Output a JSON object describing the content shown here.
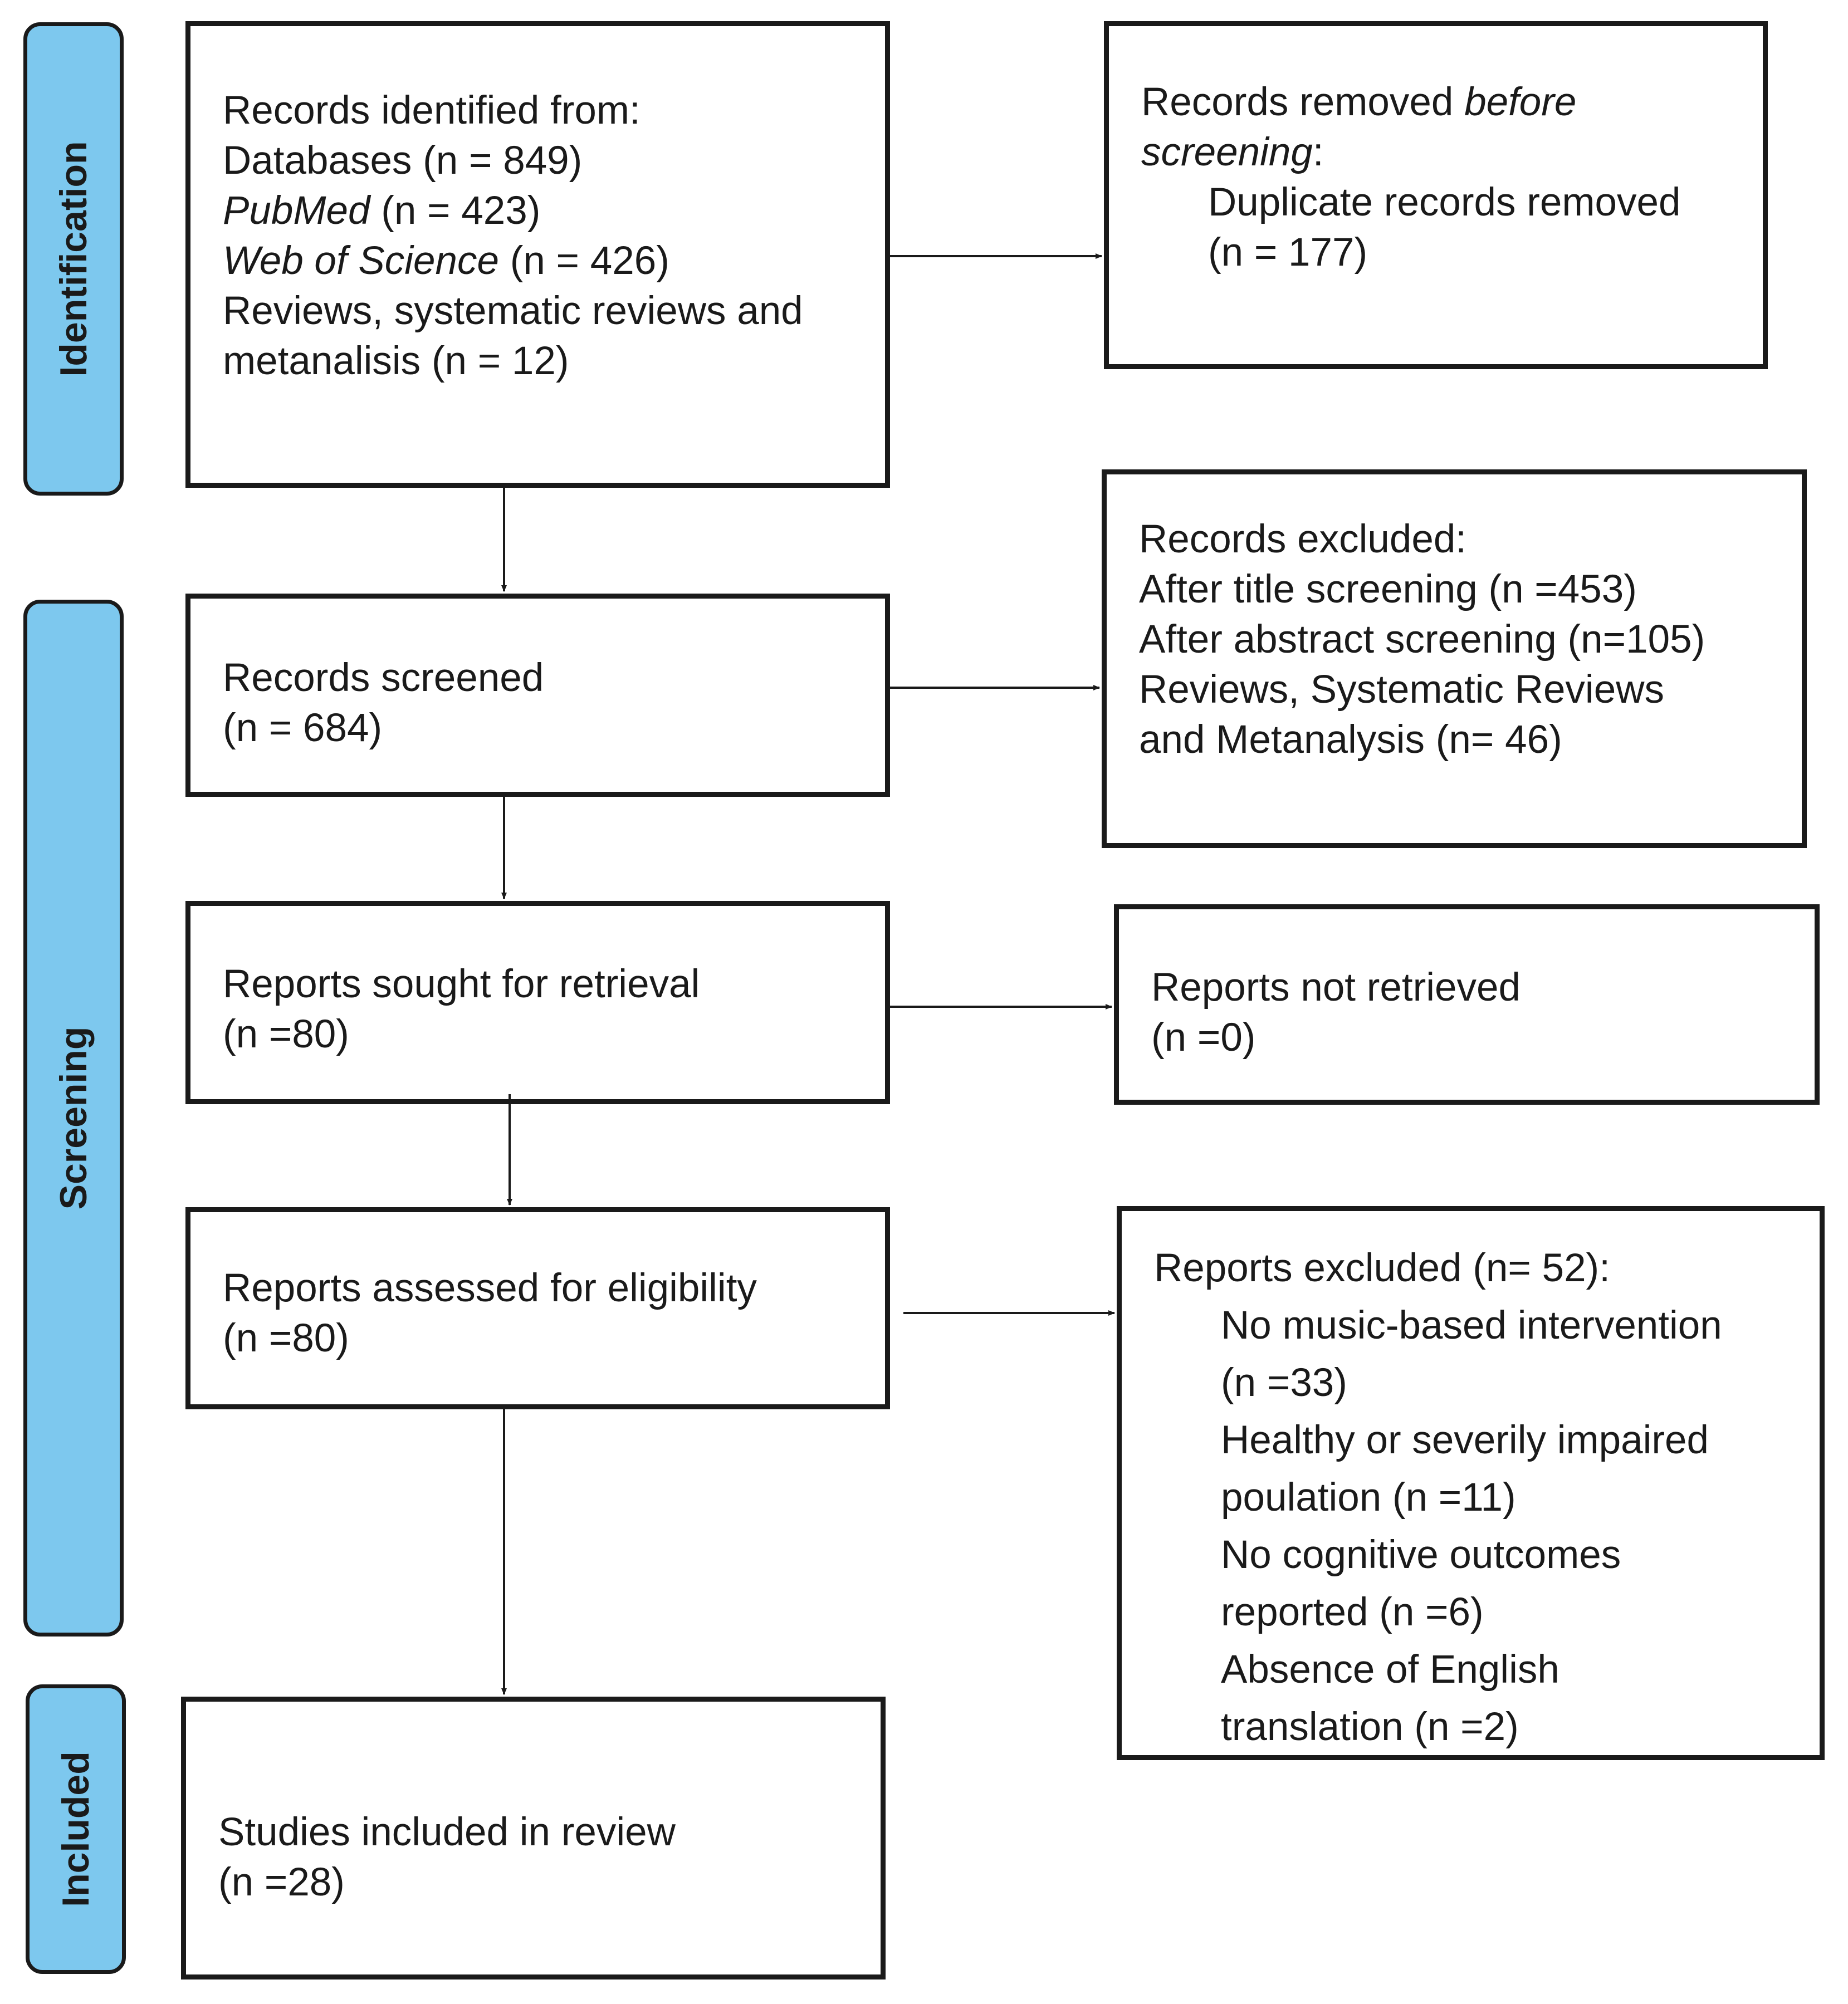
{
  "phases": {
    "identification": "Identification",
    "screening": "Screening",
    "included": "Included"
  },
  "boxes": {
    "identified": {
      "title": "Records identified from:",
      "databases": "Databases (n = 849)",
      "pubmed_name": "PubMed",
      "pubmed_count": "(n = 423)",
      "wos_name": "Web of Science",
      "wos_count": "(n = 426)",
      "reviews_line1": "Reviews, systematic reviews and",
      "reviews_line2": "metanalisis (n = 12)"
    },
    "removed": {
      "title_plain": "Records removed ",
      "title_italic1": "before",
      "title_italic2": "screening",
      "title_colon": ":",
      "duplicates": "Duplicate records removed",
      "duplicates_count": "(n = 177)"
    },
    "screened": {
      "title": "Records screened",
      "count": "(n = 684)"
    },
    "excluded_records": {
      "title": "Records excluded:",
      "title_screening": "After title screening (n =453)",
      "abstract_screening": "After abstract screening (n=105)",
      "reviews_line1": "Reviews, Systematic Reviews",
      "reviews_line2": "and Metanalysis (n= 46)"
    },
    "sought": {
      "title": "Reports sought for retrieval",
      "count": "(n =80)"
    },
    "not_retrieved": {
      "title": "Reports not retrieved",
      "count": "(n =0)"
    },
    "assessed": {
      "title": "Reports assessed for eligibility",
      "count": "(n =80)"
    },
    "reports_excluded": {
      "title": "Reports excluded (n= 52):",
      "r1a": "No music-based intervention",
      "r1b": "(n =33)",
      "r2a": "Healthy or severily impaired",
      "r2b": "poulation (n =11)",
      "r3a": "No cognitive outcomes",
      "r3b": "reported (n =6)",
      "r4a": "Absence of English",
      "r4b": "translation (n =2)"
    },
    "included": {
      "title": "Studies included in review",
      "count": "(n =28)"
    }
  }
}
